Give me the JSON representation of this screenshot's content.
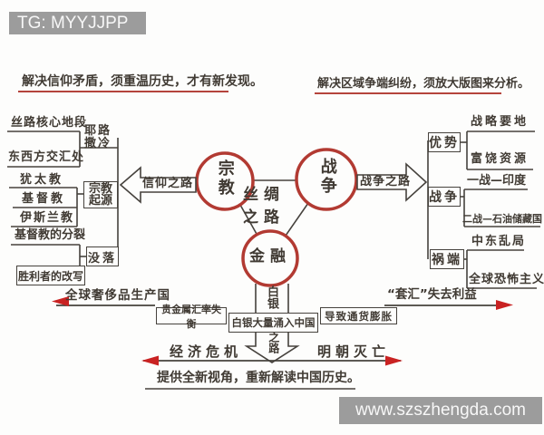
{
  "watermarks": {
    "top": "TG: MYYJJPP",
    "bottom": "www.szszhengda.com"
  },
  "notes": {
    "top_left": "解决信仰矛盾，须重温历史，才有新发现。",
    "top_right": "解决区域争端纠纷，须放大版图来分析。",
    "bottom": "提供全新视角，重新解读中国历史。"
  },
  "center": {
    "title": "丝绸之路",
    "nodes": {
      "religion": "宗教",
      "war": "战争",
      "finance": "金融"
    }
  },
  "paths": {
    "faith": "信仰之路",
    "war": "战争之路",
    "silver_top": "白银",
    "silver_bottom": "之路"
  },
  "religion_branch": {
    "groups": [
      {
        "label": "耶路撒冷",
        "leaves": [
          "丝路核心地段",
          "东西方交汇处"
        ]
      },
      {
        "label": "宗教起源",
        "leaves": [
          "犹太教",
          "基督教",
          "伊斯兰教"
        ]
      },
      {
        "label": "没落",
        "leaves": [
          "基督教的分裂",
          "胜利者的改写"
        ]
      }
    ]
  },
  "war_branch": {
    "groups": [
      {
        "label": "优势",
        "leaves": [
          "战略要地",
          "富饶资源"
        ]
      },
      {
        "label": "战争",
        "leaves": [
          "一战—印度",
          "二战—石油储藏国"
        ]
      },
      {
        "label": "祸端",
        "leaves": [
          "中东乱局",
          "全球恐怖主义"
        ]
      }
    ]
  },
  "finance_branch": {
    "left_note": "全球奢侈品生产国",
    "box_left": "贵金属汇率失衡",
    "box_center": "白银大量涌入中国",
    "box_right": "导致通货膨胀",
    "right_note": "“套汇”失去利益",
    "bottom_left": "经济危机",
    "bottom_right": "明朝灭亡"
  },
  "colors": {
    "circle_red": "#b23a32",
    "arrow_red": "#c92222",
    "underline_red": "#b5443c",
    "ink": "#46423d",
    "badge_gray": "#9c9c9c"
  }
}
